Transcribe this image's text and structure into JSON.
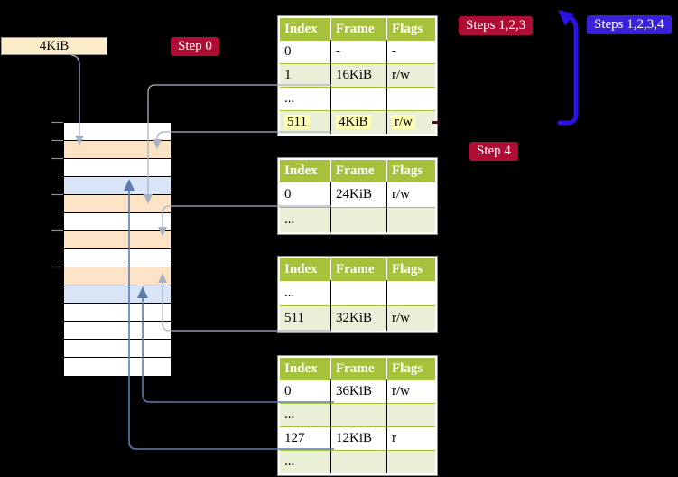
{
  "size_label": {
    "text": "4KiB"
  },
  "step_labels": {
    "step0": "Step 0",
    "steps123": "Steps 1,2,3",
    "steps1234": "Steps 1,2,3,4",
    "step4": "Step 4"
  },
  "tables": [
    {
      "headers": [
        "Index",
        "Frame",
        "Flags"
      ],
      "rows": [
        {
          "cells": [
            "0",
            "-",
            "-"
          ]
        },
        {
          "cells": [
            "1",
            "16KiB",
            "r/w"
          ],
          "alt": true
        },
        {
          "cells": [
            "...",
            "",
            ""
          ]
        },
        {
          "cells": [
            "511",
            "4KiB",
            "r/w"
          ],
          "alt": true,
          "highlight": true
        }
      ]
    },
    {
      "headers": [
        "Index",
        "Frame",
        "Flags"
      ],
      "rows": [
        {
          "cells": [
            "0",
            "24KiB",
            "r/w"
          ]
        },
        {
          "cells": [
            "...",
            "",
            ""
          ],
          "alt": true
        }
      ]
    },
    {
      "headers": [
        "Index",
        "Frame",
        "Flags"
      ],
      "rows": [
        {
          "cells": [
            "...",
            "",
            ""
          ]
        },
        {
          "cells": [
            "511",
            "32KiB",
            "r/w"
          ],
          "alt": true
        }
      ]
    },
    {
      "headers": [
        "Index",
        "Frame",
        "Flags"
      ],
      "rows": [
        {
          "cells": [
            "0",
            "36KiB",
            "r/w"
          ]
        },
        {
          "cells": [
            "...",
            "",
            ""
          ],
          "alt": true
        },
        {
          "cells": [
            "127",
            "12KiB",
            "r"
          ]
        },
        {
          "cells": [
            "...",
            "",
            ""
          ],
          "alt": true
        }
      ]
    }
  ],
  "memory": {
    "rows": [
      "free",
      "pagetable",
      "free",
      "page",
      "pagetable",
      "free",
      "pagetable",
      "free",
      "pagetable",
      "page",
      "free",
      "free",
      "free",
      "free"
    ]
  },
  "colors": {
    "table_header_green": "#a6c23c",
    "table_alt_row_green": "#eaf0d8",
    "highlight_yellow": "#ffffb2",
    "pagetable_frame_orange": "#fce3c6",
    "mapped_page_blue": "#d9e4f6",
    "step_label_crimson": "#b00d34",
    "steps1234_label_blue": "#3a22dd",
    "big_arrow_blue": "#2a13e4",
    "page_arrow_steelblue": "#5b7cad",
    "table_arrow_gray": "#abb3c2",
    "size_box_wheat": "#fcedc8"
  }
}
